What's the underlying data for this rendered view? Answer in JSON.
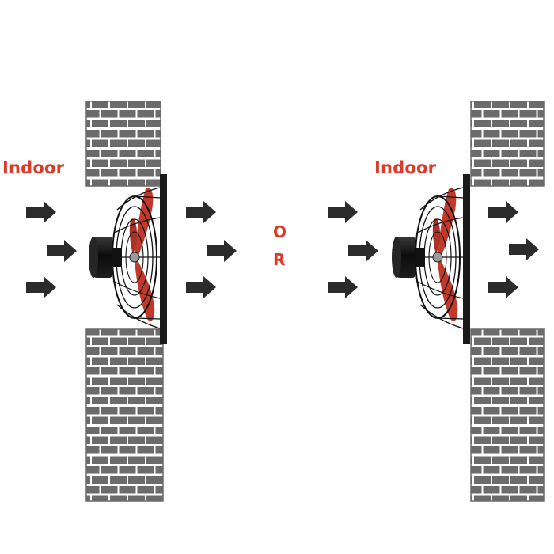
{
  "labels": {
    "indoor_left": "Indoor",
    "indoor_right": "Indoor",
    "or_first": "O",
    "or_second": "R"
  },
  "colors": {
    "label_red": "#dc3b2a",
    "brick_fill": "#6b6b6b",
    "mortar": "#ffffff",
    "arrow": "#2b2b2b",
    "fan_frame": "#1a1a1a",
    "blade_red": "#c0392b"
  },
  "icons": {
    "arrow": "right-arrow-icon",
    "fan": "exhaust-fan-icon",
    "wall": "brick-wall-icon"
  }
}
